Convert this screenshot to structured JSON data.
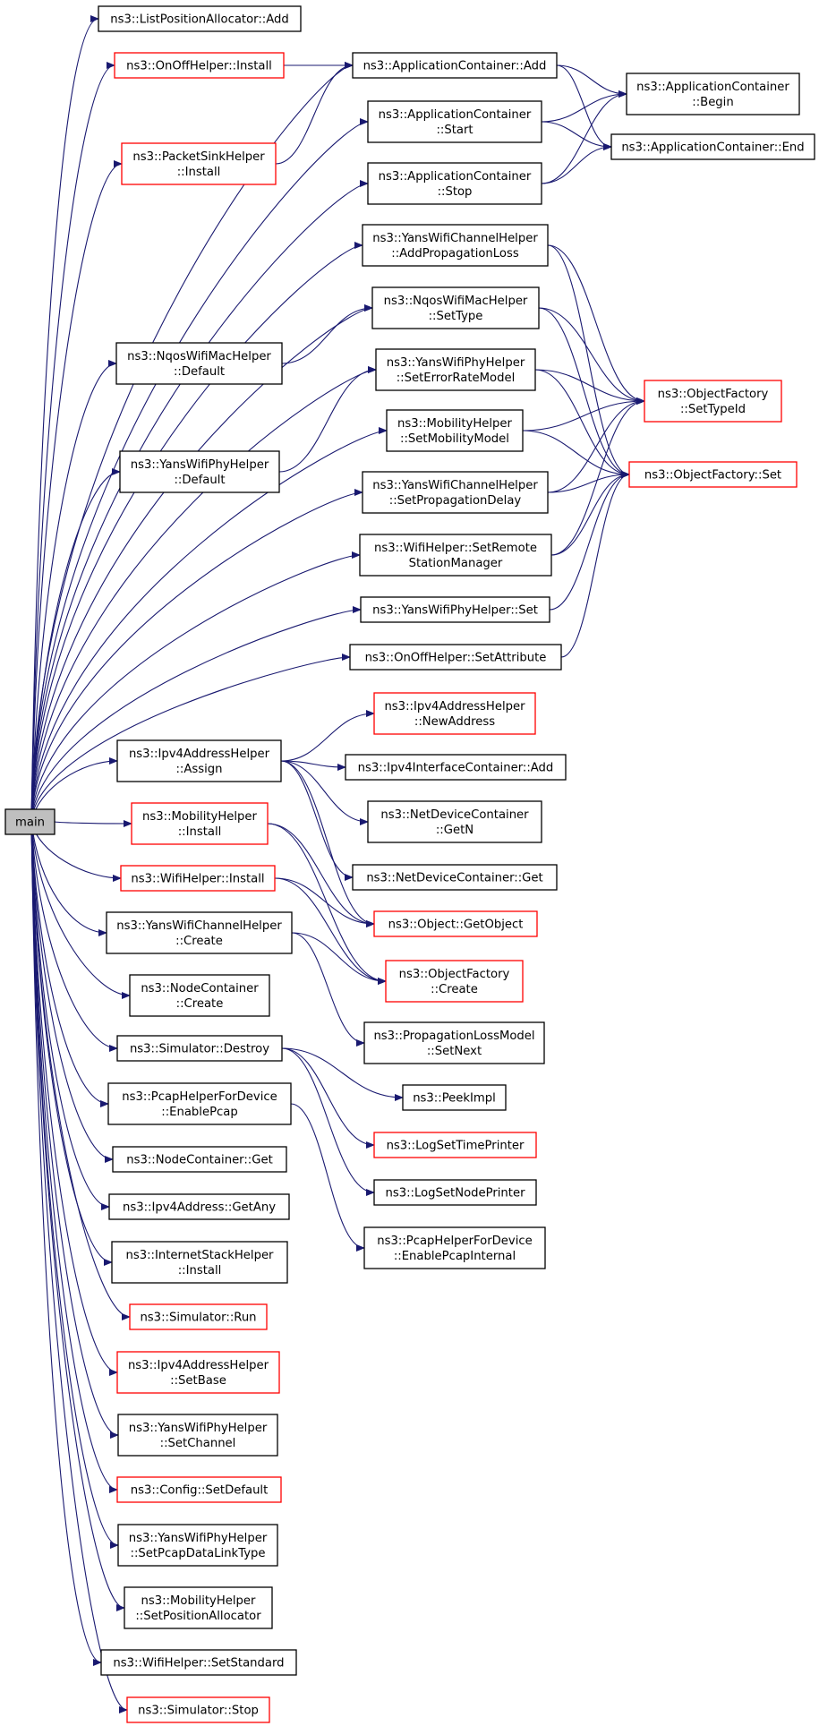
{
  "diagram": {
    "colors": {
      "edge": "#191970",
      "node_border_plain": "#000000",
      "node_border_truncated": "#ff0000",
      "root_fill": "#bfbfbf",
      "node_fill": "#ffffff"
    },
    "nodes": {
      "main": [
        "main"
      ],
      "lpa_add": [
        "ns3::ListPositionAllocator::Add"
      ],
      "onoff_install": [
        "ns3::OnOffHelper::Install"
      ],
      "packetsink_install": [
        "ns3::PacketSinkHelper",
        "::Install"
      ],
      "appc_add": [
        "ns3::ApplicationContainer::Add"
      ],
      "appc_start": [
        "ns3::ApplicationContainer",
        "::Start"
      ],
      "appc_stop": [
        "ns3::ApplicationContainer",
        "::Stop"
      ],
      "appc_begin": [
        "ns3::ApplicationContainer",
        "::Begin"
      ],
      "appc_end": [
        "ns3::ApplicationContainer::End"
      ],
      "yans_ch_addprop": [
        "ns3::YansWifiChannelHelper",
        "::AddPropagationLoss"
      ],
      "nqos_settype": [
        "ns3::NqosWifiMacHelper",
        "::SetType"
      ],
      "nqos_default": [
        "ns3::NqosWifiMacHelper",
        "::Default"
      ],
      "yans_phy_seterr": [
        "ns3::YansWifiPhyHelper",
        "::SetErrorRateModel"
      ],
      "yans_phy_default": [
        "ns3::YansWifiPhyHelper",
        "::Default"
      ],
      "mob_setmodel": [
        "ns3::MobilityHelper",
        "::SetMobilityModel"
      ],
      "objf_settypeid": [
        "ns3::ObjectFactory",
        "::SetTypeId"
      ],
      "objf_set": [
        "ns3::ObjectFactory::Set"
      ],
      "yans_ch_setdelay": [
        "ns3::YansWifiChannelHelper",
        "::SetPropagationDelay"
      ],
      "wifi_setremote": [
        "ns3::WifiHelper::SetRemote",
        "StationManager"
      ],
      "yans_phy_set": [
        "ns3::YansWifiPhyHelper::Set"
      ],
      "onoff_setattr": [
        "ns3::OnOffHelper::SetAttribute"
      ],
      "ipv4h_newaddr": [
        "ns3::Ipv4AddressHelper",
        "::NewAddress"
      ],
      "ipv4h_assign": [
        "ns3::Ipv4AddressHelper",
        "::Assign"
      ],
      "ipv4ic_add": [
        "ns3::Ipv4InterfaceContainer::Add"
      ],
      "ndc_getn": [
        "ns3::NetDeviceContainer",
        "::GetN"
      ],
      "mob_install": [
        "ns3::MobilityHelper",
        "::Install"
      ],
      "ndc_get": [
        "ns3::NetDeviceContainer::Get"
      ],
      "wifi_install": [
        "ns3::WifiHelper::Install"
      ],
      "obj_getobject": [
        "ns3::Object::GetObject"
      ],
      "yans_ch_create": [
        "ns3::YansWifiChannelHelper",
        "::Create"
      ],
      "objf_create": [
        "ns3::ObjectFactory",
        "::Create"
      ],
      "nc_create": [
        "ns3::NodeContainer",
        "::Create"
      ],
      "plm_setnext": [
        "ns3::PropagationLossModel",
        "::SetNext"
      ],
      "sim_destroy": [
        "ns3::Simulator::Destroy"
      ],
      "peekimpl": [
        "ns3::PeekImpl"
      ],
      "pcap_enable": [
        "ns3::PcapHelperForDevice",
        "::EnablePcap"
      ],
      "logtime": [
        "ns3::LogSetTimePrinter"
      ],
      "nc_get": [
        "ns3::NodeContainer::Get"
      ],
      "lognode": [
        "ns3::LogSetNodePrinter"
      ],
      "ipv4_getany": [
        "ns3::Ipv4Address::GetAny"
      ],
      "pcap_internal": [
        "ns3::PcapHelperForDevice",
        "::EnablePcapInternal"
      ],
      "ish_install": [
        "ns3::InternetStackHelper",
        "::Install"
      ],
      "sim_run": [
        "ns3::Simulator::Run"
      ],
      "ipv4h_setbase": [
        "ns3::Ipv4AddressHelper",
        "::SetBase"
      ],
      "yans_phy_setch": [
        "ns3::YansWifiPhyHelper",
        "::SetChannel"
      ],
      "cfg_setdefault": [
        "ns3::Config::SetDefault"
      ],
      "yans_phy_setpcap": [
        "ns3::YansWifiPhyHelper",
        "::SetPcapDataLinkType"
      ],
      "mob_setposalloc": [
        "ns3::MobilityHelper",
        "::SetPositionAllocator"
      ],
      "wifi_setstd": [
        "ns3::WifiHelper::SetStandard"
      ],
      "sim_stop": [
        "ns3::Simulator::Stop"
      ]
    },
    "truncated": [
      "onoff_install",
      "packetsink_install",
      "objf_settypeid",
      "objf_set",
      "ipv4h_newaddr",
      "mob_install",
      "wifi_install",
      "obj_getobject",
      "objf_create",
      "logtime",
      "sim_run",
      "ipv4h_setbase",
      "cfg_setdefault",
      "sim_stop"
    ],
    "edges": [
      [
        "main",
        "lpa_add"
      ],
      [
        "main",
        "onoff_install"
      ],
      [
        "main",
        "appc_add"
      ],
      [
        "main",
        "packetsink_install"
      ],
      [
        "main",
        "appc_start"
      ],
      [
        "main",
        "appc_stop"
      ],
      [
        "main",
        "yans_ch_addprop"
      ],
      [
        "main",
        "nqos_default"
      ],
      [
        "main",
        "nqos_settype"
      ],
      [
        "main",
        "yans_phy_default"
      ],
      [
        "main",
        "yans_phy_seterr"
      ],
      [
        "main",
        "mob_setmodel"
      ],
      [
        "main",
        "yans_ch_setdelay"
      ],
      [
        "main",
        "wifi_setremote"
      ],
      [
        "main",
        "yans_phy_set"
      ],
      [
        "main",
        "onoff_setattr"
      ],
      [
        "main",
        "ipv4h_assign"
      ],
      [
        "main",
        "mob_install"
      ],
      [
        "main",
        "wifi_install"
      ],
      [
        "main",
        "yans_ch_create"
      ],
      [
        "main",
        "nc_create"
      ],
      [
        "main",
        "sim_destroy"
      ],
      [
        "main",
        "pcap_enable"
      ],
      [
        "main",
        "nc_get"
      ],
      [
        "main",
        "ipv4_getany"
      ],
      [
        "main",
        "ish_install"
      ],
      [
        "main",
        "sim_run"
      ],
      [
        "main",
        "ipv4h_setbase"
      ],
      [
        "main",
        "yans_phy_setch"
      ],
      [
        "main",
        "cfg_setdefault"
      ],
      [
        "main",
        "yans_phy_setpcap"
      ],
      [
        "main",
        "mob_setposalloc"
      ],
      [
        "main",
        "wifi_setstd"
      ],
      [
        "main",
        "sim_stop"
      ],
      [
        "onoff_install",
        "appc_add"
      ],
      [
        "packetsink_install",
        "appc_add"
      ],
      [
        "appc_add",
        "appc_begin"
      ],
      [
        "appc_add",
        "appc_end"
      ],
      [
        "appc_start",
        "appc_begin"
      ],
      [
        "appc_start",
        "appc_end"
      ],
      [
        "appc_stop",
        "appc_begin"
      ],
      [
        "appc_stop",
        "appc_end"
      ],
      [
        "yans_ch_addprop",
        "objf_settypeid"
      ],
      [
        "yans_ch_addprop",
        "objf_set"
      ],
      [
        "nqos_default",
        "nqos_settype"
      ],
      [
        "nqos_settype",
        "objf_settypeid"
      ],
      [
        "nqos_settype",
        "objf_set"
      ],
      [
        "yans_phy_default",
        "yans_phy_seterr"
      ],
      [
        "yans_phy_seterr",
        "objf_settypeid"
      ],
      [
        "yans_phy_seterr",
        "objf_set"
      ],
      [
        "mob_setmodel",
        "objf_settypeid"
      ],
      [
        "mob_setmodel",
        "objf_set"
      ],
      [
        "yans_ch_setdelay",
        "objf_settypeid"
      ],
      [
        "yans_ch_setdelay",
        "objf_set"
      ],
      [
        "wifi_setremote",
        "objf_settypeid"
      ],
      [
        "wifi_setremote",
        "objf_set"
      ],
      [
        "yans_phy_set",
        "objf_set"
      ],
      [
        "onoff_setattr",
        "objf_set"
      ],
      [
        "ipv4h_assign",
        "ipv4h_newaddr"
      ],
      [
        "ipv4h_assign",
        "ipv4ic_add"
      ],
      [
        "ipv4h_assign",
        "ndc_getn"
      ],
      [
        "ipv4h_assign",
        "ndc_get"
      ],
      [
        "ipv4h_assign",
        "obj_getobject"
      ],
      [
        "mob_install",
        "obj_getobject"
      ],
      [
        "mob_install",
        "objf_create"
      ],
      [
        "wifi_install",
        "obj_getobject"
      ],
      [
        "wifi_install",
        "objf_create"
      ],
      [
        "yans_ch_create",
        "objf_create"
      ],
      [
        "yans_ch_create",
        "plm_setnext"
      ],
      [
        "sim_destroy",
        "peekimpl"
      ],
      [
        "sim_destroy",
        "logtime"
      ],
      [
        "sim_destroy",
        "lognode"
      ],
      [
        "pcap_enable",
        "pcap_internal"
      ]
    ]
  }
}
